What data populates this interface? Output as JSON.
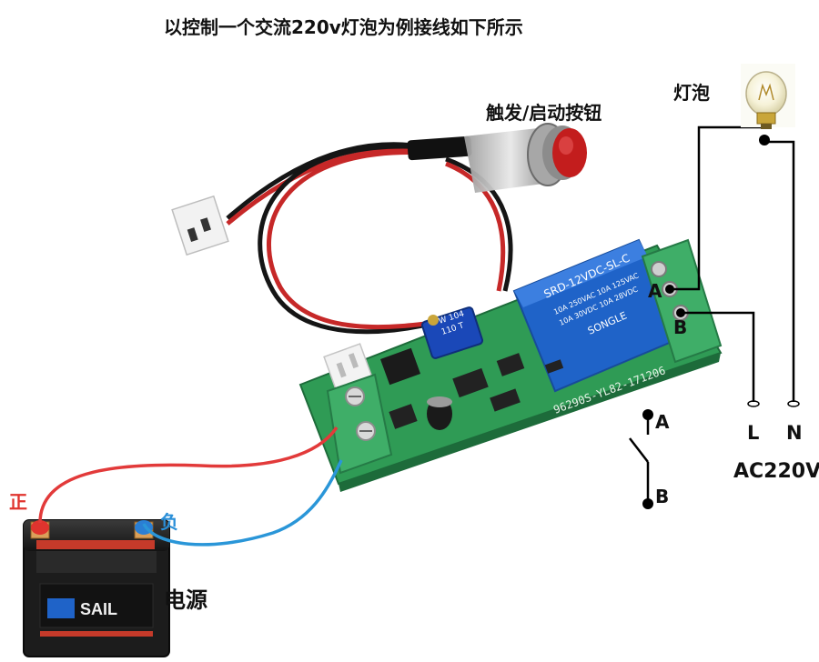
{
  "title": "以控制一个交流220v灯泡为例接线如下所示",
  "labels": {
    "trigger_button": "触发/启动按钮",
    "bulb": "灯泡",
    "terminal_a": "A",
    "terminal_b": "B",
    "switch_a": "A",
    "switch_b": "B",
    "line_l": "L",
    "line_n": "N",
    "ac_supply": "AC220V",
    "positive": "正",
    "negative": "负",
    "power_source": "电源"
  },
  "components": {
    "relay_top": "SRD-12VDC-SL-C",
    "relay_rating_1": "10A 250VAC 10A 125VAC",
    "relay_rating_2": "10A 30VDC 10A 28VDC",
    "relay_brand": "SONGLE",
    "pot_text": "W 104",
    "pot_text_2": "110 T",
    "pcb_code": "96290S-YL82-171206",
    "battery_brand": "SAIL"
  },
  "colors": {
    "pcb": "#2f9b55",
    "relay": "#1f63c8",
    "terminal": "#3fae68",
    "positive_wire": "#e23a3a",
    "negative_wire": "#2a96d8",
    "button_red": "#c31d1d"
  }
}
